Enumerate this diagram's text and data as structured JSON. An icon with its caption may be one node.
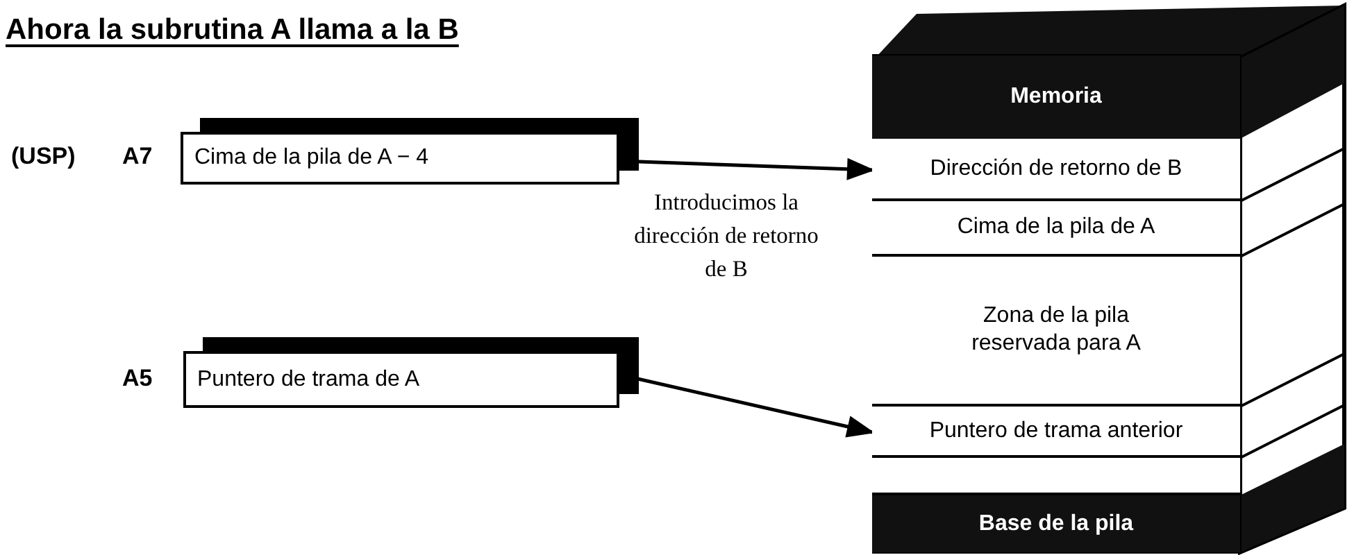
{
  "diagram": {
    "title": "Ahora la subrutina A llama a la B",
    "nodes": [
      {
        "text": [
          "Cima de la pila de A − 4"
        ],
        "beside": [
          "(USP)",
          "A7"
        ]
      },
      {
        "text": [
          "Puntero de trama de A"
        ],
        "beside": [
          "A5"
        ]
      },
      {
        "text": [],
        "shape": "box"
      },
      {
        "text": [
          "Memoria"
        ],
        "in": 2
      },
      {
        "text": [
          "Dirección de retorno de B"
        ],
        "in": 2
      },
      {
        "text": [
          "Cima de la pila de A"
        ],
        "in": 2
      },
      {
        "text": [
          "Zona de la pila reservada para A"
        ],
        "in": 2
      },
      {
        "text": [
          "Puntero de trama anterior"
        ],
        "in": 2
      },
      {
        "text": [],
        "shape": "box",
        "in": 2
      },
      {
        "text": [
          "Base de la pila"
        ],
        "in": 2
      }
    ],
    "edges": [
      {
        "from": 0,
        "to": 4,
        "arrow": "to",
        "label": "Introducimos la dirección de retorno de B"
      },
      {
        "from": 1,
        "to": 7,
        "arrow": "to"
      }
    ]
  }
}
